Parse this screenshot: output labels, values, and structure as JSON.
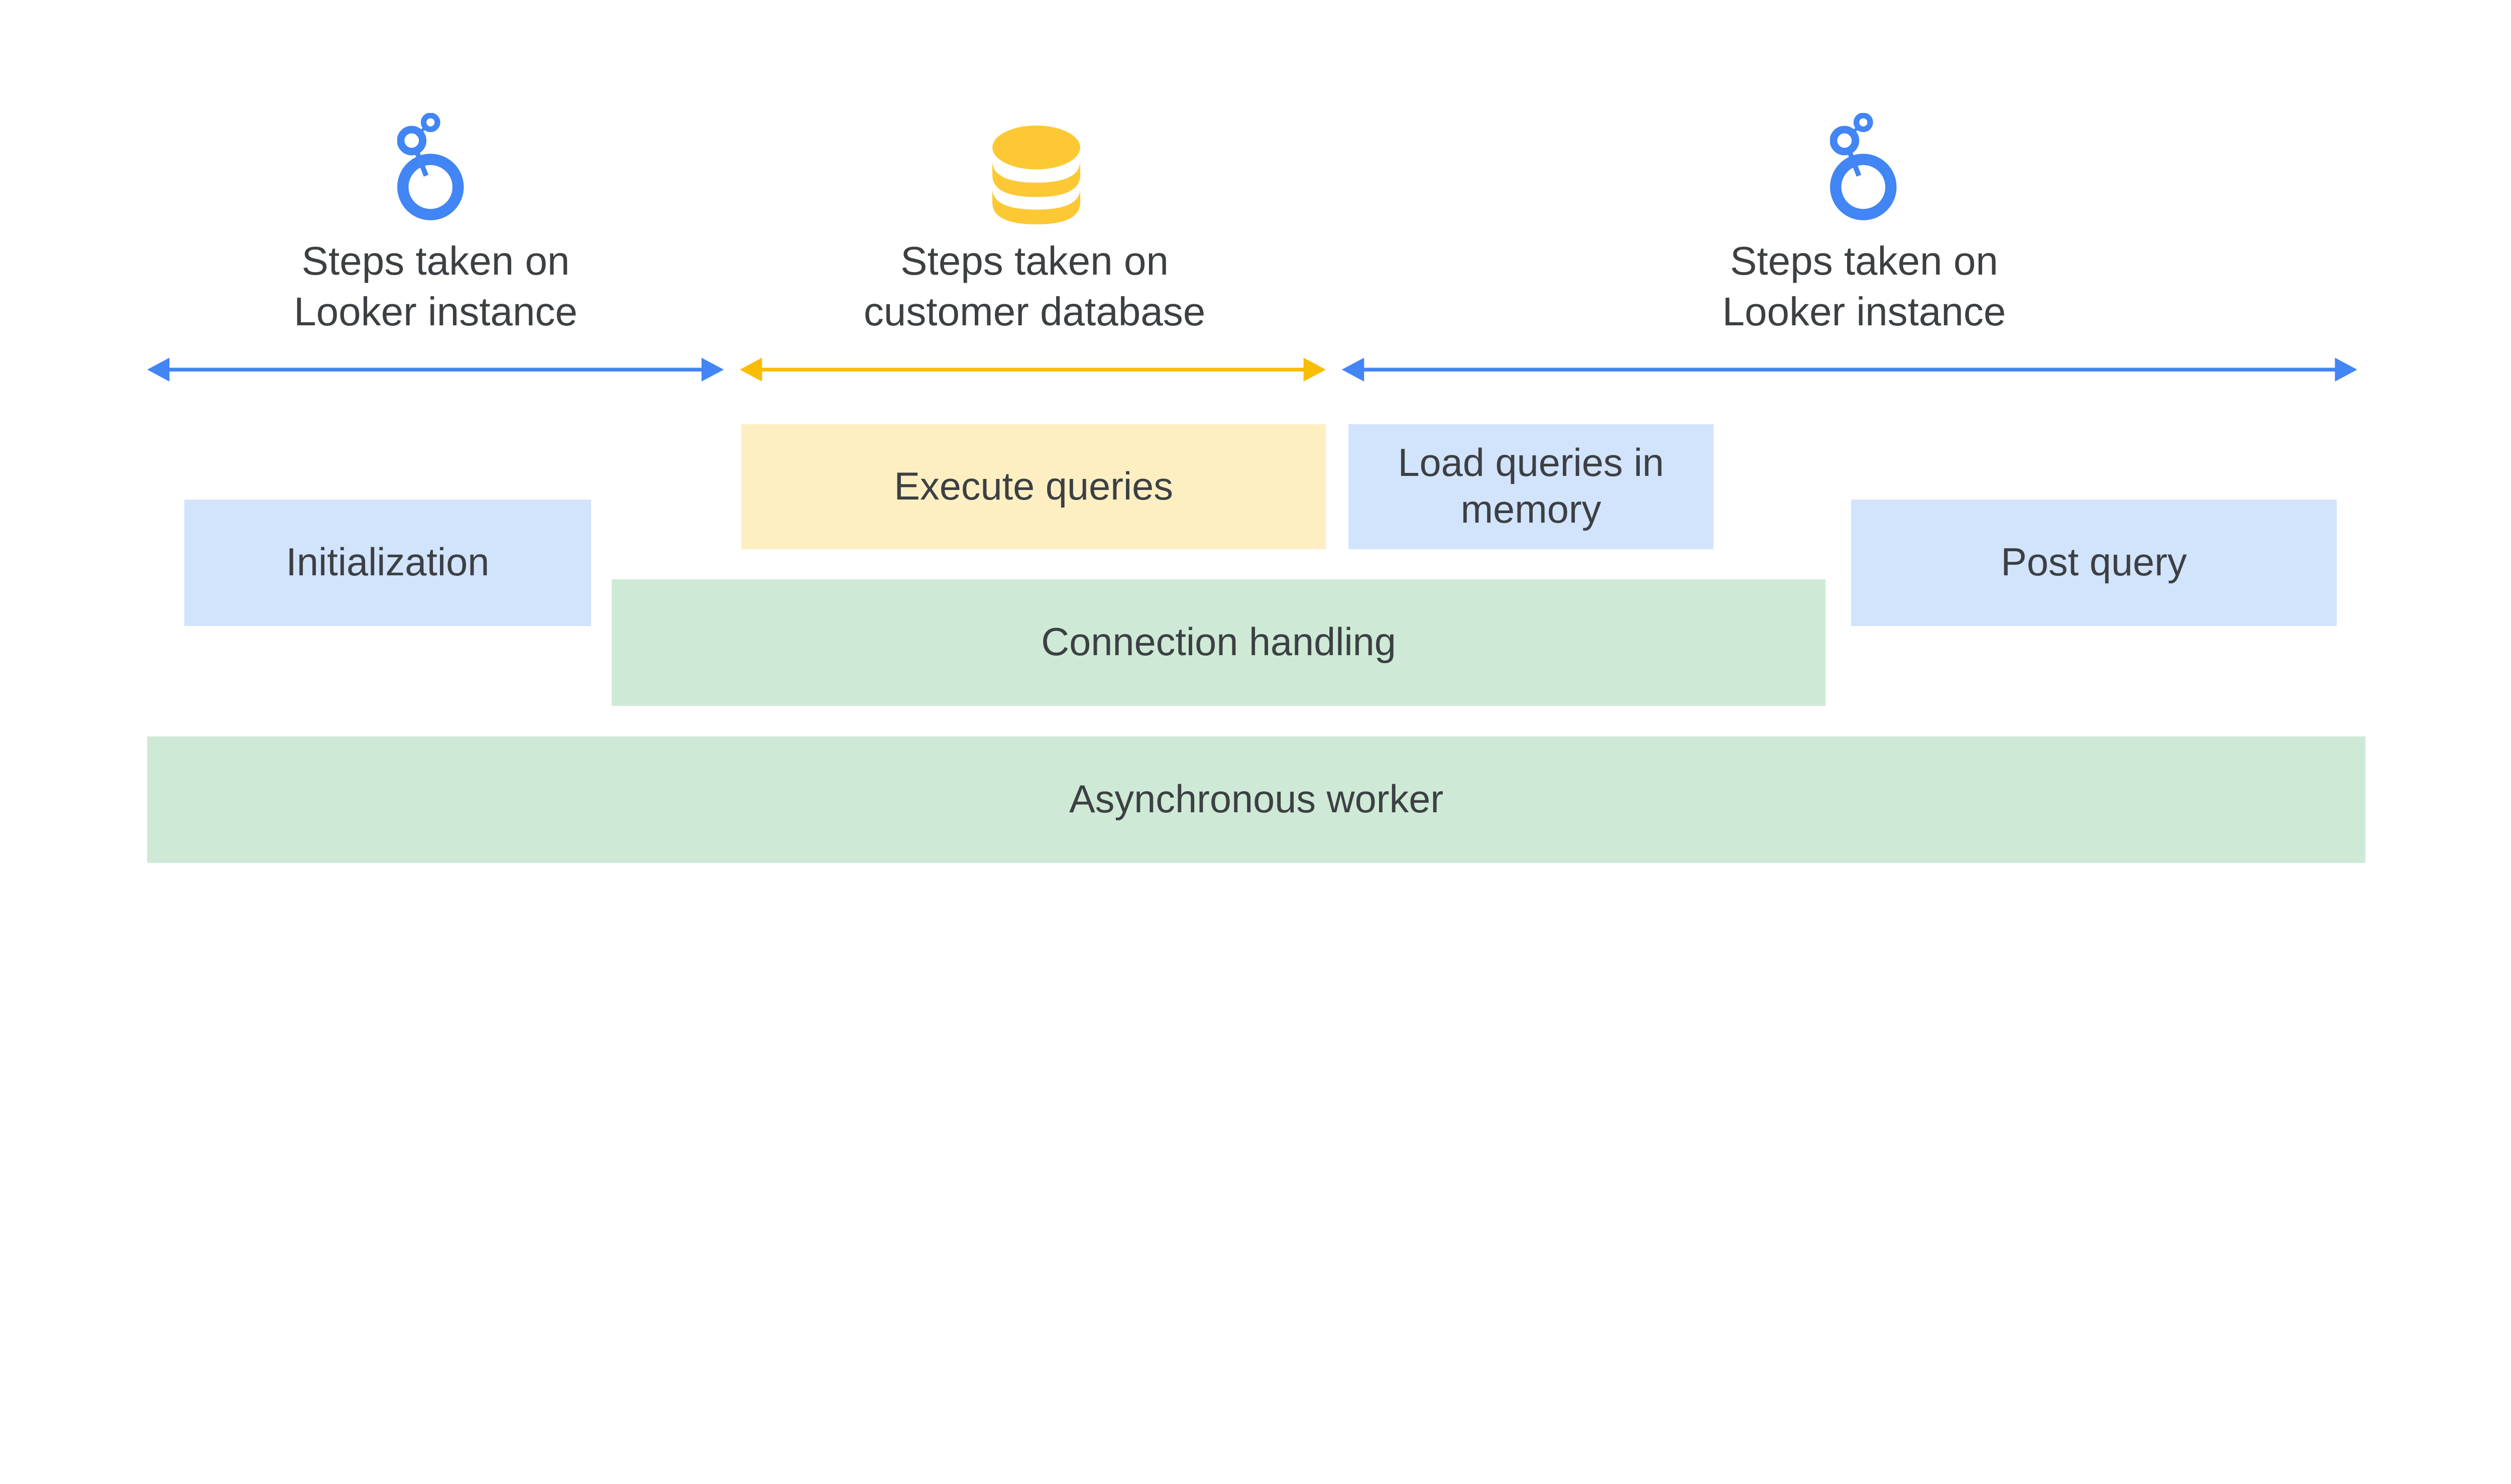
{
  "colors": {
    "looker_blue": "#4285F4",
    "database_yellow": "#FCC934",
    "looker_box": "#D2E3FC",
    "database_box": "#FEEFC3",
    "worker_box": "#CEEAD6",
    "text": "#3C4043"
  },
  "sections": [
    {
      "icon": "looker-logo-icon",
      "line1": "Steps taken on",
      "line2": "Looker instance",
      "arrow_color": "#4285F4"
    },
    {
      "icon": "database-icon",
      "line1": "Steps taken on",
      "line2": "customer database",
      "arrow_color": "#FBBC04"
    },
    {
      "icon": "looker-logo-icon",
      "line1": "Steps taken on",
      "line2": "Looker instance",
      "arrow_color": "#4285F4"
    }
  ],
  "boxes": {
    "execute_queries": "Execute queries",
    "load_queries_line1": "Load queries in",
    "load_queries_line2": "memory",
    "initialization": "Initialization",
    "post_query": "Post query",
    "connection_handling": "Connection handling",
    "asynchronous_worker": "Asynchronous worker"
  }
}
